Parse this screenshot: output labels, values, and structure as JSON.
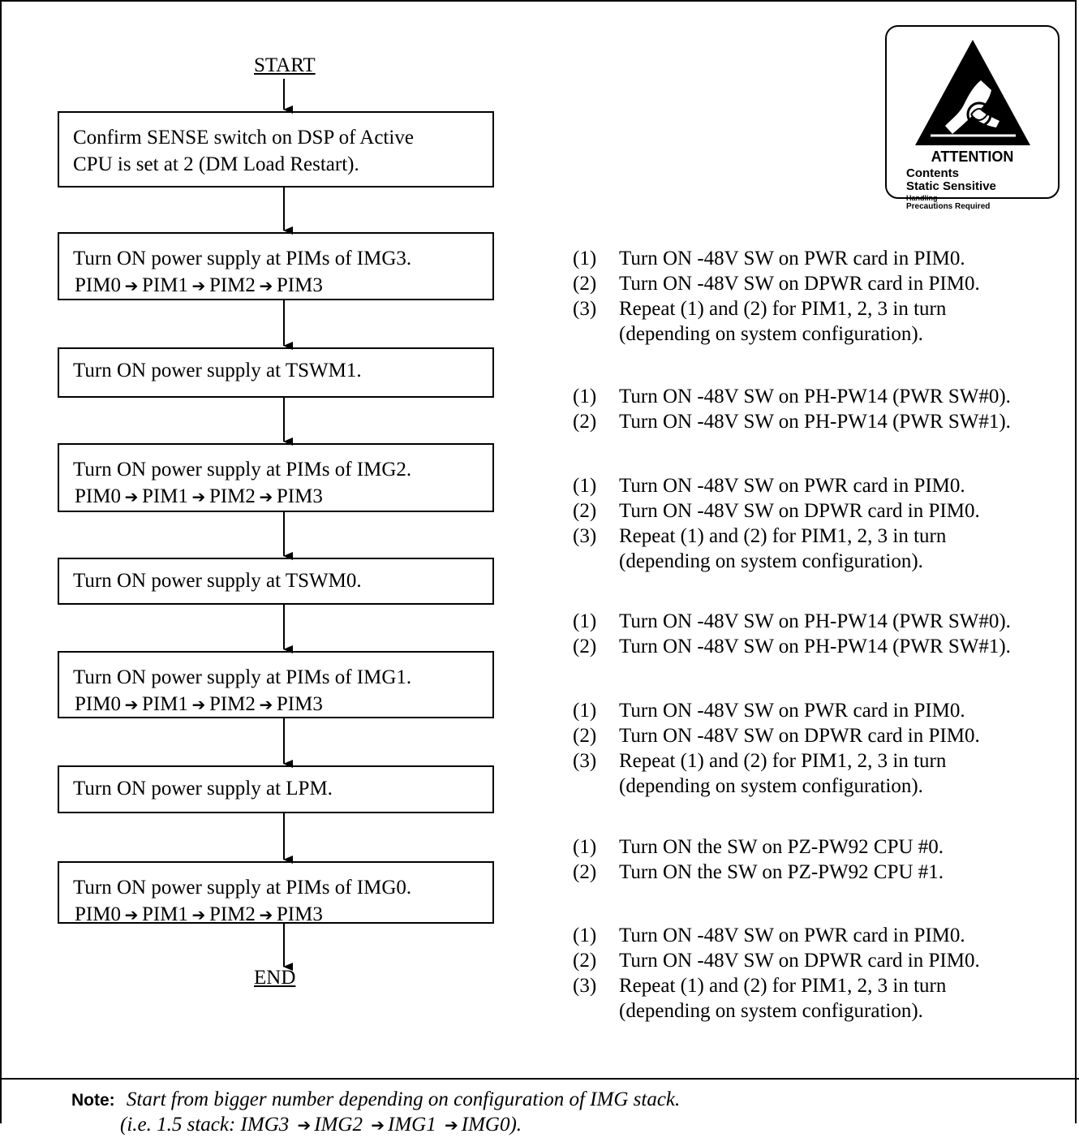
{
  "flow": {
    "start": "START",
    "end": "END",
    "boxes": [
      {
        "line1": "Confirm SENSE switch on DSP of Active",
        "line2": "CPU is set at 2 (DM Load Restart)."
      },
      {
        "line1": "Turn ON power supply at PIMs of IMG3.",
        "seq": [
          "PIM0",
          "PIM1",
          "PIM2",
          "PIM3"
        ]
      },
      {
        "line1": "Turn ON power supply at TSWM1."
      },
      {
        "line1": "Turn ON power supply at PIMs of IMG2.",
        "seq": [
          "PIM0",
          "PIM1",
          "PIM2",
          "PIM3"
        ]
      },
      {
        "line1": "Turn ON power supply at TSWM0."
      },
      {
        "line1": "Turn ON power supply at PIMs of IMG1.",
        "seq": [
          "PIM0",
          "PIM1",
          "PIM2",
          "PIM3"
        ]
      },
      {
        "line1": "Turn ON power supply at LPM."
      },
      {
        "line1": "Turn ON power supply at PIMs of IMG0.",
        "seq": [
          "PIM0",
          "PIM1",
          "PIM2",
          "PIM3"
        ]
      }
    ]
  },
  "step_groups": [
    [
      {
        "num": "(1)",
        "text": "Turn ON -48V SW on PWR card in PIM0."
      },
      {
        "num": "(2)",
        "text": "Turn ON -48V SW on DPWR card in PIM0."
      },
      {
        "num": "(3)",
        "text": "Repeat (1) and (2) for PIM1, 2, 3 in turn",
        "cont": "(depending on system configuration)."
      }
    ],
    [
      {
        "num": "(1)",
        "text": "Turn ON -48V SW on PH-PW14 (PWR SW#0)."
      },
      {
        "num": "(2)",
        "text": "Turn ON -48V SW on PH-PW14 (PWR SW#1)."
      }
    ],
    [
      {
        "num": "(1)",
        "text": "Turn ON -48V SW on PWR card in PIM0."
      },
      {
        "num": "(2)",
        "text": "Turn ON -48V SW on DPWR card in PIM0."
      },
      {
        "num": "(3)",
        "text": "Repeat (1) and (2) for PIM1, 2, 3 in turn",
        "cont": "(depending on system configuration)."
      }
    ],
    [
      {
        "num": "(1)",
        "text": "Turn ON -48V SW on PH-PW14 (PWR SW#0)."
      },
      {
        "num": "(2)",
        "text": "Turn ON -48V SW on PH-PW14 (PWR SW#1)."
      }
    ],
    [
      {
        "num": "(1)",
        "text": "Turn ON -48V SW on PWR card in PIM0."
      },
      {
        "num": "(2)",
        "text": "Turn ON -48V SW on DPWR card in PIM0."
      },
      {
        "num": "(3)",
        "text": "Repeat (1) and (2) for PIM1, 2, 3 in turn",
        "cont": "(depending on system configuration)."
      }
    ],
    [
      {
        "num": "(1)",
        "text": "Turn ON the SW on PZ-PW92 CPU #0."
      },
      {
        "num": "(2)",
        "text": "Turn ON the SW on PZ-PW92 CPU #1."
      }
    ],
    [
      {
        "num": "(1)",
        "text": "Turn ON -48V SW on PWR card in PIM0."
      },
      {
        "num": "(2)",
        "text": "Turn ON -48V SW on DPWR card in PIM0."
      },
      {
        "num": "(3)",
        "text": "Repeat (1) and (2) for PIM1, 2, 3 in turn",
        "cont": "(depending on system configuration)."
      }
    ]
  ],
  "attention": {
    "title": "ATTENTION",
    "line1": "Contents",
    "line2": "Static Sensitive",
    "line3": "Handling",
    "line4": "Precautions Required"
  },
  "note": {
    "label": "Note:",
    "line1": "Start from bigger number depending on configuration of IMG stack.",
    "line2_parts": [
      "(i.e. 1.5 stack:  IMG3",
      "IMG2",
      "IMG1",
      "IMG0)."
    ]
  }
}
